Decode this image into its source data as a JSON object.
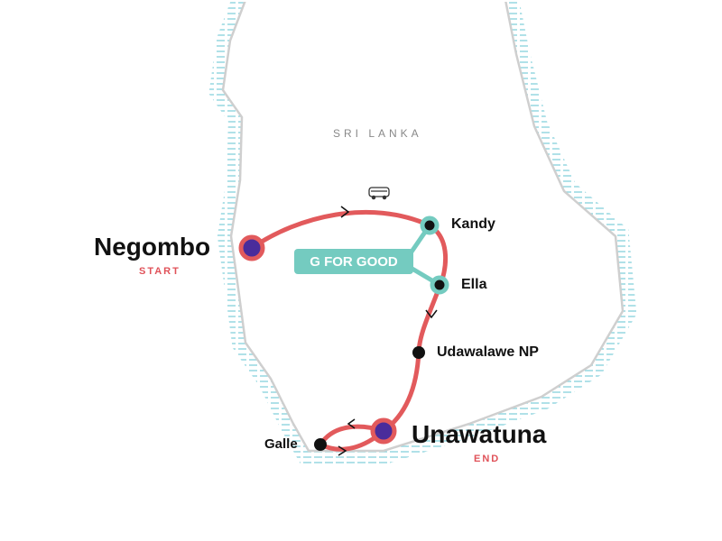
{
  "country_label": "SRI LANKA",
  "transport_icon": "bus-icon",
  "badge": "G FOR GOOD",
  "stops": [
    {
      "name": "Negombo",
      "tag": "START",
      "type": "major"
    },
    {
      "name": "Kandy",
      "type": "g-for-good"
    },
    {
      "name": "Ella",
      "type": "g-for-good"
    },
    {
      "name": "Udawalawe NP",
      "type": "minor"
    },
    {
      "name": "Galle",
      "type": "minor"
    },
    {
      "name": "Unawatuna",
      "tag": "END",
      "type": "major"
    }
  ],
  "colors": {
    "route": "#e25a5c",
    "major_stop": "#4a2c9b",
    "g_for_good": "#74cbc0",
    "coast": "#cfcfcf",
    "water": "#8fd4de",
    "tag": "#e05259"
  }
}
